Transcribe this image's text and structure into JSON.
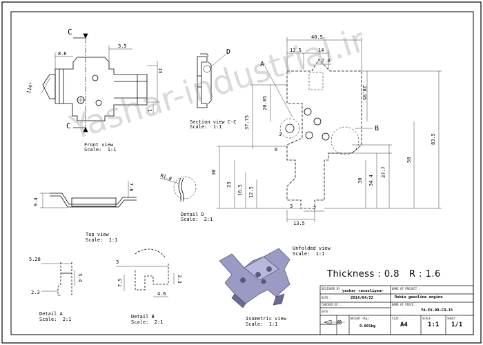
{
  "views": {
    "front": {
      "title": "Front view",
      "scale": "Scale:  1:1"
    },
    "section": {
      "title": "Section view C-C",
      "scale": "Scale:  1:1"
    },
    "top": {
      "title": "Top view",
      "scale": "Scale:  1:1"
    },
    "detail_d": {
      "title": "Detail D",
      "scale": "Scale:  2:1"
    },
    "unfolded": {
      "title": "Unfolded view",
      "scale": "Scale:  1:1"
    },
    "detail_a": {
      "title": "Detail A",
      "scale": "Scale:  2:1"
    },
    "detail_b": {
      "title": "Detail B",
      "scale": "Scale:  2:1"
    },
    "isometric": {
      "title": "Isometric view",
      "scale": "Scale:  1:1"
    }
  },
  "markers": {
    "c1": "C",
    "c2": "C",
    "d": "D",
    "a": "A",
    "b": "B"
  },
  "dims": {
    "front": {
      "d8_6": "8.6",
      "d3_5": "3.5",
      "d13": "13",
      "d1": "1",
      "d114": "114°"
    },
    "top": {
      "d9_4": "9.4",
      "d7_6": "7.6"
    },
    "detail_d": {
      "r": "R1.8"
    },
    "unfolded": {
      "d40_5": "40.5",
      "d13_5a": "13.5",
      "d14": "14",
      "d7_4": "7.4",
      "d20_95": "20.95",
      "d20_85": "20.85",
      "d37_75": "37.75",
      "d83_5": "83.5",
      "d58": "58",
      "d37_7": "37.7",
      "d34_4": "34.4",
      "d30a": "30",
      "d30b": "30",
      "d23": "23",
      "d16_5": "16.5",
      "d12_5": "12.5",
      "d3a": "3",
      "d3b": "3",
      "d6": "6",
      "d7": "7",
      "d13_5b": "13.5"
    },
    "detail_a": {
      "d5_28": "5.28",
      "d2_3": "2.3",
      "d3_4": "3.4"
    },
    "detail_b": {
      "d3": "3",
      "d7_5": "7.5",
      "d3_3": "3.3",
      "d4_6": "4.6"
    }
  },
  "thickness_note": "Thickness : 0.8   R : 1.6",
  "title_block": {
    "designer_label": "DESIGNER BY :",
    "designer": "yashar rasoulipour",
    "date_label": "DATE :",
    "date": "2014/04/22",
    "checked_label": "CHECKED BY :",
    "date2_label": "DATE :",
    "project_label": "NAME OF PROJECT :",
    "project": "Robin gasoline engine",
    "piece_label": "NAME OF PIECE :",
    "piece": "YA-EV-DR-CO-15",
    "weight_label": "WEIGHT (Kg)",
    "weight": "0.001kg",
    "size_label": "SIZE :",
    "size": "A4",
    "scale_label": "SCALE :",
    "scale": "1:1",
    "sheet_label": "SHEET :",
    "sheet": "1/1"
  },
  "watermark": "Yashar-industrial.ir"
}
